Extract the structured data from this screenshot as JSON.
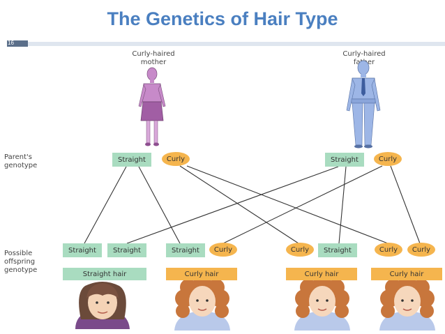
{
  "slide": {
    "title": "The Genetics of Hair Type",
    "slide_number": "16"
  },
  "parents": {
    "mother_label": "Curly-haired\nmother",
    "father_label": "Curly-haired\nfather"
  },
  "row_labels": {
    "parent_genotype": "Parent's\ngenotype",
    "offspring_genotype": "Possible\noffspring\ngenotype"
  },
  "mother_alleles": [
    "Straight",
    "Curly"
  ],
  "father_alleles": [
    "Straight",
    "Curly"
  ],
  "offspring": [
    {
      "alleles": [
        "Straight",
        "Straight"
      ],
      "phenotype": "Straight hair"
    },
    {
      "alleles": [
        "Straight",
        "Curly"
      ],
      "phenotype": "Curly hair"
    },
    {
      "alleles": [
        "Curly",
        "Straight"
      ],
      "phenotype": "Curly hair"
    },
    {
      "alleles": [
        "Curly",
        "Curly"
      ],
      "phenotype": "Curly hair"
    }
  ],
  "colors": {
    "title": "#4a7fc0",
    "straight": "#a9dcc0",
    "curly": "#f5b54e",
    "mother": "#c78ac9",
    "father": "#9db6e6"
  }
}
